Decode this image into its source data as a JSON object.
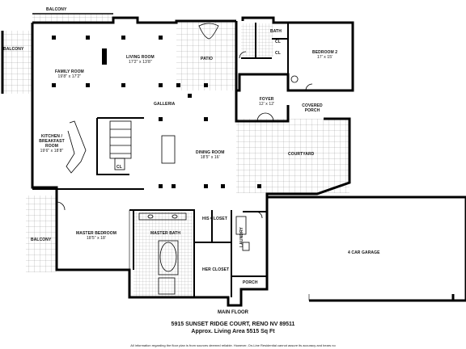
{
  "rooms": {
    "balcony_top": {
      "name": "BALCONY"
    },
    "balcony_left": {
      "name": "BALCONY"
    },
    "balcony_bottom": {
      "name": "BALCONY"
    },
    "family_room": {
      "name": "FAMILY ROOM",
      "dims": "19'8\" x 17'2\""
    },
    "living_room": {
      "name": "LIVING ROOM",
      "dims": "17'2\" x 13'8\""
    },
    "patio": {
      "name": "PATIO"
    },
    "bath": {
      "name": "BATH"
    },
    "cl_upper": {
      "name": "CL"
    },
    "cl_lower": {
      "name": "CL"
    },
    "bedroom_2": {
      "name": "BEDROOM 2",
      "dims": "17' x 15'"
    },
    "foyer": {
      "name": "FOYER",
      "dims": "12' x 12'"
    },
    "covered_porch": {
      "name": "COVERED PORCH"
    },
    "galleria": {
      "name": "GALLERIA"
    },
    "kitchen": {
      "name": "KITCHEN / BREAKFAST ROOM",
      "dims": "19'6\" x 18'8\""
    },
    "dining_room": {
      "name": "DINING ROOM",
      "dims": "18'5\" x 16'"
    },
    "courtyard": {
      "name": "COURTYARD"
    },
    "cl_kitchen": {
      "name": "CL"
    },
    "master_bedroom": {
      "name": "MASTER BEDROOM",
      "dims": "18'5\" x 18'"
    },
    "master_bath": {
      "name": "MASTER BATH"
    },
    "his_closet": {
      "name": "HIS CLOSET"
    },
    "her_closet": {
      "name": "HER CLOSET"
    },
    "laundry": {
      "name": "LAUNDRY"
    },
    "porch": {
      "name": "PORCH"
    },
    "garage": {
      "name": "4 CAR GARAGE"
    }
  },
  "footer": {
    "floor": "MAIN FLOOR",
    "address": "5915 SUNSET RIDGE COURT, RENO NV 89511",
    "area": "Approx. Living Area 5515 Sq Ft",
    "disclaimer": "All information regarding the floor plan is from sources deemed reliable.  However, On-Line Residential cannot assure its accuracy and bears no"
  }
}
